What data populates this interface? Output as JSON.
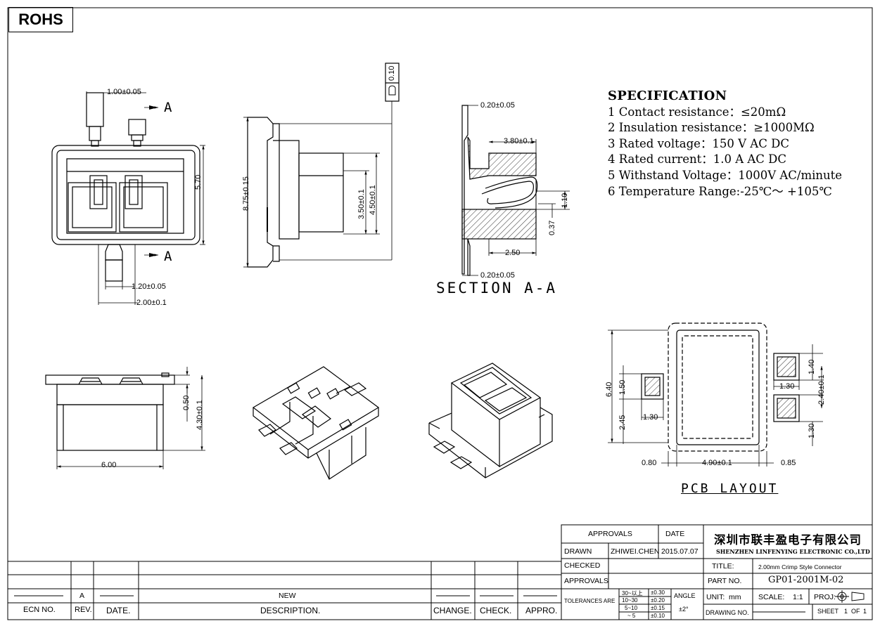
{
  "rohs": "ROHS",
  "specification": {
    "title": "SPECIFICATION",
    "items": [
      "1 Contact resistance：≤20mΩ",
      "2 Insulation resistance：≥1000MΩ",
      "3 Rated voltage：150 V AC DC",
      "4 Rated current：1.0 A AC DC",
      "5 Withstand Voltage：1000V AC/minute",
      "6 Temperature Range:-25℃～ +105℃"
    ]
  },
  "front_view": {
    "section_marks": [
      "A",
      "A"
    ],
    "dims": {
      "top": "1.00±0.05",
      "height": "5.70",
      "pin": "1.20±0.05",
      "pitch": "2.00±0.1"
    }
  },
  "side_view": {
    "dims": {
      "flatness": "0.10",
      "overall": "8.75±0.15",
      "inner1": "3.50±0.1",
      "inner2": "4.50±0.1"
    }
  },
  "section_view": {
    "label": "SECTION A-A",
    "dims": {
      "top": "0.20±0.05",
      "width": "3.80±0.1",
      "gap": "1.10",
      "contact": "0.37",
      "foot": "2.50",
      "bottom": "0.20±0.05"
    }
  },
  "bottom_view": {
    "dims": {
      "thickness": "0.50",
      "height": "4.30±0.1",
      "width": "6.00"
    }
  },
  "pcb_layout": {
    "label": "PCB LAYOUT",
    "dims": {
      "h_total": "6.40",
      "pad_l_h": "1.50",
      "pad_l_y": "2.45",
      "pad_l_w": "1.30",
      "pad_r_h": "1.40",
      "pad_r_w": "1.30",
      "pad_pitch": "2.40±0.1",
      "pad_r_y": "1.30",
      "left": "0.80",
      "width": "4.90±0.1",
      "right": "0.85"
    }
  },
  "title_block": {
    "approvals": "APPROVALS",
    "date": "DATE",
    "drawn": "DRAWN",
    "drawn_by": "ZHIWEI.CHEN",
    "drawn_date": "2015.07.07",
    "checked": "CHECKED",
    "approvals2": "APPROVALS",
    "company_cn": "深圳市联丰盈电子有限公司",
    "company_en": "SHENZHEN LINFENYING ELECTRONIC CO.,LTD",
    "title_label": "TITLE:",
    "title_value": "2.00mm Crimp Style Connector",
    "part_label": "PART NO.",
    "part_value": "GP01-2001M-02",
    "tolerances": "TOLERANCES ARE",
    "tol_rows": [
      [
        "30~以上",
        "±0.30"
      ],
      [
        "10~30",
        "±0.20"
      ],
      [
        "5~10",
        "±0.15"
      ],
      [
        "~ 5",
        "±0.10"
      ]
    ],
    "angle": "ANGLE",
    "angle_value": "±2°",
    "unit_label": "UNIT:",
    "unit_value": "mm",
    "scale_label": "SCALE:",
    "scale_value": "1:1",
    "proj_label": "PROJ:",
    "drawing_no": "DRAWING NO.",
    "sheet_label": "SHEET",
    "sheet_value": "1",
    "sheet_of": "OF",
    "sheet_total": "1"
  },
  "revision_block": {
    "rev_value": "A",
    "desc_value": "NEW",
    "headers": [
      "ECN NO.",
      "REV.",
      "DATE.",
      "DESCRIPTION.",
      "CHANGE.",
      "CHECK.",
      "APPRO."
    ]
  }
}
